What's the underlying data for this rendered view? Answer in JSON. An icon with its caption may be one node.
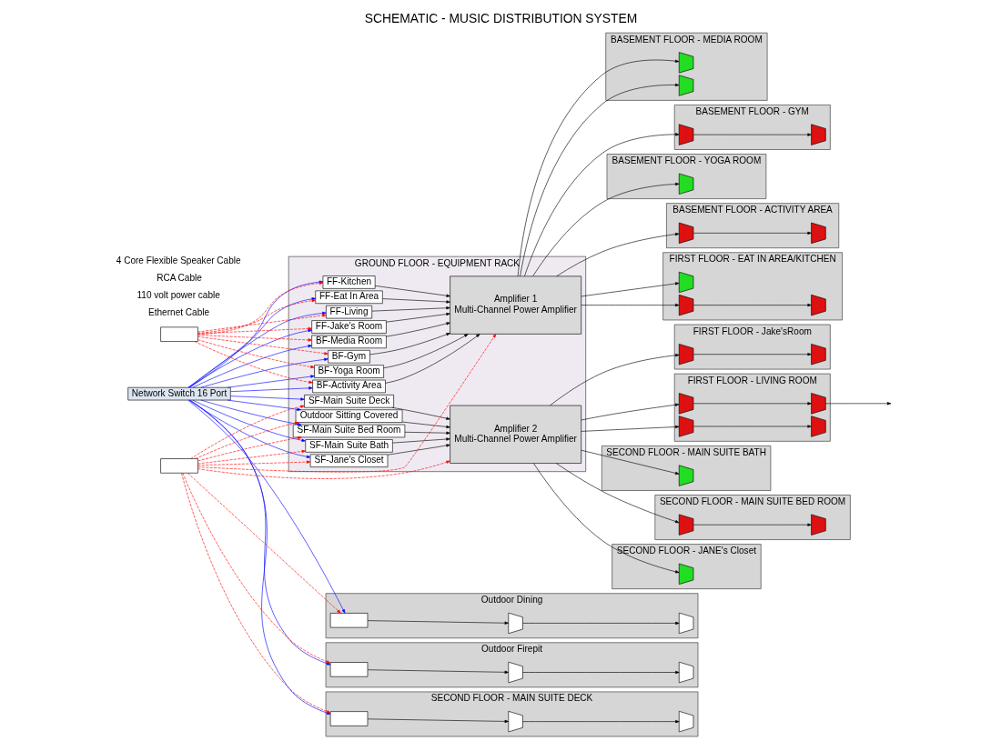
{
  "diagram": {
    "title": "SCHEMATIC - MUSIC DISTRIBUTION SYSTEM",
    "nodes": [
      {
        "text": [
          "Network Switch 16 Port"
        ]
      },
      {
        "text": [
          "GROUND FLOOR - EQUIPMENT RACK"
        ]
      },
      {
        "text": [
          "BF-Media Room"
        ],
        "in": 1
      },
      {
        "text": [
          "BF-Gym"
        ],
        "in": 1
      },
      {
        "text": [
          "BF-Yoga Room"
        ],
        "in": 1
      },
      {
        "text": [
          "BF-Activity Area"
        ],
        "in": 1
      },
      {
        "text": [
          "FF-Kitchen"
        ],
        "in": 1
      },
      {
        "text": [
          "FF-Eat In Area"
        ],
        "in": 1
      },
      {
        "text": [
          "FF-Living"
        ],
        "in": 1
      },
      {
        "text": [
          "FF-Jake's Room"
        ],
        "in": 1
      },
      {
        "text": [
          "SF-Main Suite Bed Room"
        ],
        "in": 1
      },
      {
        "text": [
          "SF-Main Suite Bath"
        ],
        "in": 1
      },
      {
        "text": [
          "SF-Jane's Closet"
        ],
        "in": 1
      },
      {
        "text": [
          "SF-Main Suite Deck"
        ],
        "in": 1
      },
      {
        "text": [
          "Outdoor Sitting Covered"
        ],
        "in": 1
      },
      {
        "text": [
          "Amplifier 1",
          "Multi-Channel Power Amplifier"
        ],
        "in": 1
      },
      {
        "text": [
          "Amplifier 2",
          "Multi-Channel Power Amplifier"
        ],
        "in": 1
      },
      {
        "text": [],
        "shape": "box"
      },
      {
        "text": [],
        "shape": "box"
      },
      {
        "text": [
          "BASEMENT FLOOR - MEDIA ROOM"
        ]
      },
      {
        "text": [],
        "shape": "speaker",
        "in": 19
      },
      {
        "text": [],
        "shape": "speaker",
        "in": 19
      },
      {
        "text": [
          "BASEMENT FLOOR - GYM"
        ]
      },
      {
        "text": [],
        "shape": "speaker",
        "in": 22
      },
      {
        "text": [],
        "shape": "speaker",
        "in": 22
      },
      {
        "text": [
          "BASEMENT FLOOR - YOGA ROOM"
        ]
      },
      {
        "text": [],
        "shape": "speaker",
        "in": 25
      },
      {
        "text": [
          "BASEMENT FLOOR - ACTIVITY AREA"
        ]
      },
      {
        "text": [],
        "shape": "speaker",
        "in": 27
      },
      {
        "text": [],
        "shape": "speaker",
        "in": 27
      },
      {
        "text": [
          "FIRST FLOOR - EAT IN AREA/KITCHEN"
        ]
      },
      {
        "text": [],
        "shape": "speaker",
        "in": 30
      },
      {
        "text": [],
        "shape": "speaker",
        "in": 30
      },
      {
        "text": [],
        "shape": "speaker",
        "in": 30
      },
      {
        "text": [
          "FIRST FLOOR - Jake'sRoom"
        ]
      },
      {
        "text": [],
        "shape": "speaker",
        "in": 34
      },
      {
        "text": [],
        "shape": "speaker",
        "in": 34
      },
      {
        "text": [
          "FIRST FLOOR - LIVING ROOM"
        ]
      },
      {
        "text": [],
        "shape": "speaker",
        "in": 37
      },
      {
        "text": [],
        "shape": "speaker",
        "in": 37
      },
      {
        "text": [],
        "shape": "speaker",
        "in": 37
      },
      {
        "text": [],
        "shape": "speaker",
        "in": 37
      },
      {
        "text": [
          "SECOND FLOOR - MAIN SUITE BATH"
        ]
      },
      {
        "text": [],
        "shape": "speaker",
        "in": 42
      },
      {
        "text": [
          "SECOND FLOOR - MAIN SUITE BED ROOM"
        ]
      },
      {
        "text": [],
        "shape": "speaker",
        "in": 44
      },
      {
        "text": [],
        "shape": "speaker",
        "in": 44
      },
      {
        "text": [
          "SECOND FLOOR - JANE's Closet"
        ]
      },
      {
        "text": [],
        "shape": "speaker",
        "in": 47
      },
      {
        "text": [
          "Outdoor Dining"
        ]
      },
      {
        "text": [],
        "shape": "box",
        "in": 49
      },
      {
        "text": [],
        "shape": "speaker",
        "in": 49
      },
      {
        "text": [],
        "shape": "speaker",
        "in": 49
      },
      {
        "text": [
          "Outdoor Firepit"
        ]
      },
      {
        "text": [],
        "shape": "box",
        "in": 53
      },
      {
        "text": [],
        "shape": "speaker",
        "in": 53
      },
      {
        "text": [],
        "shape": "speaker",
        "in": 53
      },
      {
        "text": [
          "SECOND FLOOR - MAIN SUITE DECK"
        ]
      },
      {
        "text": [],
        "shape": "box",
        "in": 57
      },
      {
        "text": [],
        "shape": "speaker",
        "in": 57
      },
      {
        "text": [],
        "shape": "speaker",
        "in": 57
      }
    ],
    "edges": [
      {
        "from": 0,
        "to": 2,
        "arrow": "to",
        "color": "#0000ff"
      },
      {
        "from": 0,
        "to": 3,
        "arrow": "to",
        "color": "#0000ff"
      },
      {
        "from": 0,
        "to": 4,
        "arrow": "to",
        "color": "#0000ff"
      },
      {
        "from": 0,
        "to": 5,
        "arrow": "to",
        "color": "#0000ff"
      },
      {
        "from": 0,
        "to": 6,
        "arrow": "to",
        "color": "#0000ff"
      },
      {
        "from": 0,
        "to": 7,
        "arrow": "to",
        "color": "#0000ff"
      },
      {
        "from": 0,
        "to": 8,
        "arrow": "to",
        "color": "#0000ff"
      },
      {
        "from": 0,
        "to": 9,
        "arrow": "to",
        "color": "#0000ff"
      },
      {
        "from": 0,
        "to": 10,
        "arrow": "to",
        "color": "#0000ff"
      },
      {
        "from": 0,
        "to": 11,
        "arrow": "to",
        "color": "#0000ff"
      },
      {
        "from": 0,
        "to": 12,
        "arrow": "to",
        "color": "#0000ff"
      },
      {
        "from": 0,
        "to": 13,
        "arrow": "to",
        "color": "#0000ff"
      },
      {
        "from": 0,
        "to": 14,
        "arrow": "to",
        "color": "#0000ff"
      },
      {
        "from": 0,
        "to": 50,
        "arrow": "to",
        "color": "#0000ff"
      },
      {
        "from": 0,
        "to": 54,
        "arrow": "to",
        "color": "#0000ff"
      },
      {
        "from": 0,
        "to": 58,
        "arrow": "to",
        "color": "#0000ff"
      },
      {
        "from": 17,
        "to": 2,
        "arrow": "to",
        "style": "dashed",
        "color": "#ff0000"
      },
      {
        "from": 17,
        "to": 3,
        "arrow": "to",
        "style": "dashed",
        "color": "#ff0000"
      },
      {
        "from": 17,
        "to": 4,
        "arrow": "to",
        "style": "dashed",
        "color": "#ff0000"
      },
      {
        "from": 17,
        "to": 5,
        "arrow": "to",
        "style": "dashed",
        "color": "#ff0000"
      },
      {
        "from": 17,
        "to": 6,
        "arrow": "to",
        "style": "dashed",
        "color": "#ff0000"
      },
      {
        "from": 17,
        "to": 7,
        "arrow": "to",
        "style": "dashed",
        "color": "#ff0000"
      },
      {
        "from": 17,
        "to": 8,
        "arrow": "to",
        "style": "dashed",
        "color": "#ff0000"
      },
      {
        "from": 17,
        "to": 9,
        "arrow": "to",
        "style": "dashed",
        "color": "#ff0000"
      },
      {
        "from": 18,
        "to": 10,
        "arrow": "to",
        "style": "dashed",
        "color": "#ff0000"
      },
      {
        "from": 18,
        "to": 11,
        "arrow": "to",
        "style": "dashed",
        "color": "#ff0000"
      },
      {
        "from": 18,
        "to": 12,
        "arrow": "to",
        "style": "dashed",
        "color": "#ff0000"
      },
      {
        "from": 18,
        "to": 13,
        "arrow": "to",
        "style": "dashed",
        "color": "#ff0000"
      },
      {
        "from": 18,
        "to": 14,
        "arrow": "to",
        "style": "dashed",
        "color": "#ff0000"
      },
      {
        "from": 18,
        "to": 15,
        "arrow": "to",
        "style": "dashed",
        "color": "#ff0000"
      },
      {
        "from": 18,
        "to": 16,
        "arrow": "to",
        "style": "dashed",
        "color": "#ff0000"
      },
      {
        "from": 18,
        "to": 50,
        "arrow": "to",
        "style": "dashed",
        "color": "#ff0000"
      },
      {
        "from": 18,
        "to": 54,
        "arrow": "to",
        "style": "dashed",
        "color": "#ff0000"
      },
      {
        "from": 18,
        "to": 58,
        "arrow": "to",
        "style": "dashed",
        "color": "#ff0000"
      },
      {
        "from": 2,
        "to": 15,
        "arrow": "to"
      },
      {
        "from": 3,
        "to": 15,
        "arrow": "to"
      },
      {
        "from": 4,
        "to": 15,
        "arrow": "to"
      },
      {
        "from": 5,
        "to": 15,
        "arrow": "to"
      },
      {
        "from": 6,
        "to": 15,
        "arrow": "to"
      },
      {
        "from": 7,
        "to": 15,
        "arrow": "to"
      },
      {
        "from": 8,
        "to": 15,
        "arrow": "to"
      },
      {
        "from": 9,
        "to": 15,
        "arrow": "to"
      },
      {
        "from": 10,
        "to": 16,
        "arrow": "to"
      },
      {
        "from": 11,
        "to": 16,
        "arrow": "to"
      },
      {
        "from": 12,
        "to": 16,
        "arrow": "to"
      },
      {
        "from": 13,
        "to": 16,
        "arrow": "to"
      },
      {
        "from": 14,
        "to": 16,
        "arrow": "to"
      },
      {
        "from": 15,
        "to": 20,
        "arrow": "to"
      },
      {
        "from": 15,
        "to": 21,
        "arrow": "to"
      },
      {
        "from": 15,
        "to": 23,
        "arrow": "to"
      },
      {
        "from": 23,
        "to": 24,
        "arrow": "to"
      },
      {
        "from": 15,
        "to": 26,
        "arrow": "to"
      },
      {
        "from": 15,
        "to": 28,
        "arrow": "to"
      },
      {
        "from": 28,
        "to": 29,
        "arrow": "to"
      },
      {
        "from": 15,
        "to": 31,
        "arrow": "to"
      },
      {
        "from": 15,
        "to": 32,
        "arrow": "to"
      },
      {
        "from": 32,
        "to": 33,
        "arrow": "to"
      },
      {
        "from": 16,
        "to": 35,
        "arrow": "to"
      },
      {
        "from": 35,
        "to": 36,
        "arrow": "to"
      },
      {
        "from": 16,
        "to": 38,
        "arrow": "to"
      },
      {
        "from": 38,
        "to": 39,
        "arrow": "to"
      },
      {
        "from": 39,
        "to": null,
        "arrow": "to"
      },
      {
        "from": 16,
        "to": 40,
        "arrow": "to"
      },
      {
        "from": 40,
        "to": 41,
        "arrow": "to"
      },
      {
        "from": 16,
        "to": 43,
        "arrow": "to"
      },
      {
        "from": 16,
        "to": 45,
        "arrow": "to"
      },
      {
        "from": 45,
        "to": 46,
        "arrow": "to"
      },
      {
        "from": 16,
        "to": 48,
        "arrow": "to"
      },
      {
        "from": 50,
        "to": 51,
        "arrow": "to"
      },
      {
        "from": 51,
        "to": 52,
        "arrow": "to"
      },
      {
        "from": 54,
        "to": 55,
        "arrow": "to"
      },
      {
        "from": 55,
        "to": 56,
        "arrow": "to"
      },
      {
        "from": 58,
        "to": 59,
        "arrow": "to"
      },
      {
        "from": 59,
        "to": 60,
        "arrow": "to"
      }
    ],
    "legend": [
      {
        "text": "4 Core Flexible Speaker Cable"
      },
      {
        "text": "RCA Cable"
      },
      {
        "text": "110 volt power cable"
      },
      {
        "text": "Ethernet Cable"
      }
    ]
  }
}
